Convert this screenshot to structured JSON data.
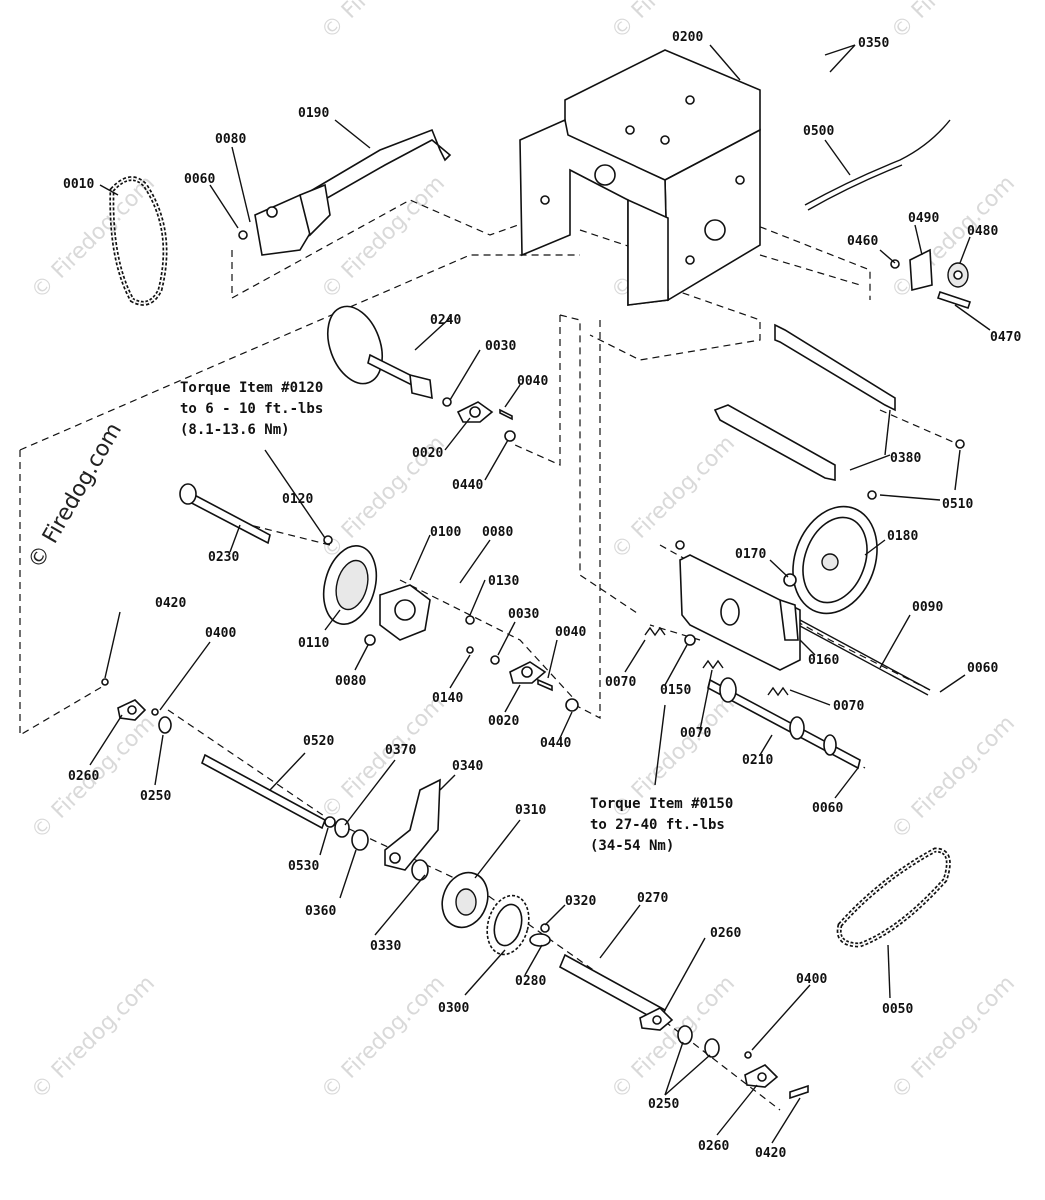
{
  "watermark": "© Firedog.com",
  "notes": {
    "torque_0120": [
      "Torque Item #0120",
      "to 6 - 10 ft.-lbs",
      "(8.1-13.6 Nm)"
    ],
    "torque_0150": [
      "Torque Item #0150",
      "to 27-40 ft.-lbs",
      "(34-54 Nm)"
    ]
  },
  "part_labels": [
    {
      "id": "0200",
      "text": "0200"
    },
    {
      "id": "0350",
      "text": "0350"
    },
    {
      "id": "0190",
      "text": "0190"
    },
    {
      "id": "0080a",
      "text": "0080"
    },
    {
      "id": "0060a",
      "text": "0060"
    },
    {
      "id": "0010",
      "text": "0010"
    },
    {
      "id": "0500",
      "text": "0500"
    },
    {
      "id": "0490",
      "text": "0490"
    },
    {
      "id": "0460",
      "text": "0460"
    },
    {
      "id": "0480",
      "text": "0480"
    },
    {
      "id": "0470",
      "text": "0470"
    },
    {
      "id": "0240",
      "text": "0240"
    },
    {
      "id": "0030a",
      "text": "0030"
    },
    {
      "id": "0040a",
      "text": "0040"
    },
    {
      "id": "0020a",
      "text": "0020"
    },
    {
      "id": "0440a",
      "text": "0440"
    },
    {
      "id": "0380",
      "text": "0380"
    },
    {
      "id": "0510",
      "text": "0510"
    },
    {
      "id": "0120",
      "text": "0120"
    },
    {
      "id": "0230",
      "text": "0230"
    },
    {
      "id": "0100",
      "text": "0100"
    },
    {
      "id": "0080b",
      "text": "0080"
    },
    {
      "id": "0130",
      "text": "0130"
    },
    {
      "id": "0110",
      "text": "0110"
    },
    {
      "id": "0080c",
      "text": "0080"
    },
    {
      "id": "0030b",
      "text": "0030"
    },
    {
      "id": "0040b",
      "text": "0040"
    },
    {
      "id": "0140",
      "text": "0140"
    },
    {
      "id": "0020b",
      "text": "0020"
    },
    {
      "id": "0440b",
      "text": "0440"
    },
    {
      "id": "0170",
      "text": "0170"
    },
    {
      "id": "0180",
      "text": "0180"
    },
    {
      "id": "0090",
      "text": "0090"
    },
    {
      "id": "0160",
      "text": "0160"
    },
    {
      "id": "0060b",
      "text": "0060"
    },
    {
      "id": "0070a",
      "text": "0070"
    },
    {
      "id": "0150",
      "text": "0150"
    },
    {
      "id": "0070b",
      "text": "0070"
    },
    {
      "id": "0070c",
      "text": "0070"
    },
    {
      "id": "0210",
      "text": "0210"
    },
    {
      "id": "0060c",
      "text": "0060"
    },
    {
      "id": "0420a",
      "text": "0420"
    },
    {
      "id": "0400a",
      "text": "0400"
    },
    {
      "id": "0260a",
      "text": "0260"
    },
    {
      "id": "0250a",
      "text": "0250"
    },
    {
      "id": "0520",
      "text": "0520"
    },
    {
      "id": "0370",
      "text": "0370"
    },
    {
      "id": "0340",
      "text": "0340"
    },
    {
      "id": "0530",
      "text": "0530"
    },
    {
      "id": "0360",
      "text": "0360"
    },
    {
      "id": "0310",
      "text": "0310"
    },
    {
      "id": "0330",
      "text": "0330"
    },
    {
      "id": "0320",
      "text": "0320"
    },
    {
      "id": "0270",
      "text": "0270"
    },
    {
      "id": "0300",
      "text": "0300"
    },
    {
      "id": "0280",
      "text": "0280"
    },
    {
      "id": "0260b",
      "text": "0260"
    },
    {
      "id": "0400b",
      "text": "0400"
    },
    {
      "id": "0050",
      "text": "0050"
    },
    {
      "id": "0250b",
      "text": "0250"
    },
    {
      "id": "0260c",
      "text": "0260"
    },
    {
      "id": "0420b",
      "text": "0420"
    }
  ]
}
